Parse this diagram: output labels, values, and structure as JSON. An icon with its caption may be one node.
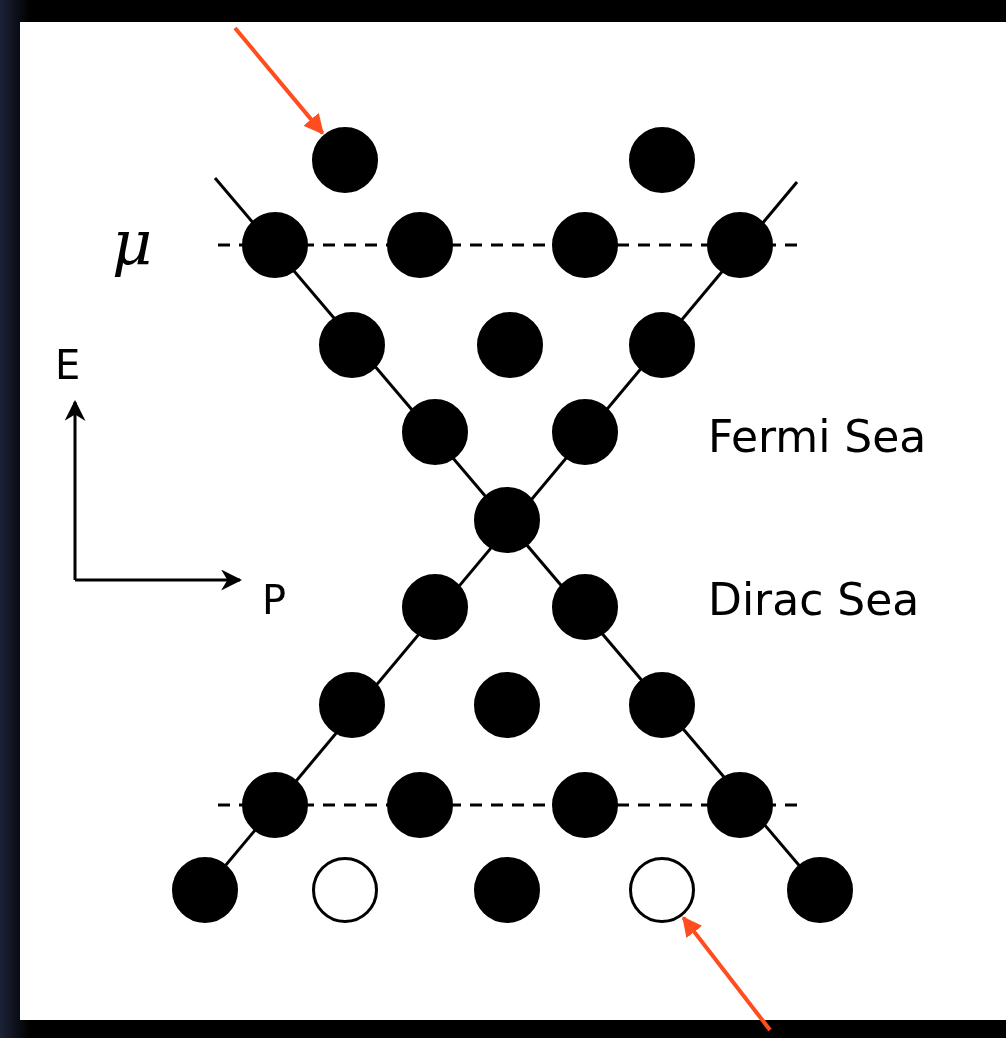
{
  "diagram": {
    "nodes": [
      {
        "text": [],
        "shape": "circle"
      },
      {
        "text": [],
        "shape": "circle"
      },
      {
        "text": [],
        "shape": "circle"
      },
      {
        "text": [],
        "shape": "circle"
      },
      {
        "text": [],
        "shape": "circle"
      },
      {
        "text": [],
        "shape": "circle"
      },
      {
        "text": [],
        "shape": "circle"
      },
      {
        "text": [],
        "shape": "circle"
      },
      {
        "text": [],
        "shape": "circle"
      },
      {
        "text": [],
        "shape": "circle"
      },
      {
        "text": [],
        "shape": "circle"
      },
      {
        "text": [],
        "shape": "circle"
      },
      {
        "text": [],
        "shape": "circle"
      },
      {
        "text": [],
        "shape": "circle"
      },
      {
        "text": [],
        "shape": "circle"
      },
      {
        "text": [],
        "shape": "circle"
      },
      {
        "text": [],
        "shape": "circle"
      },
      {
        "text": [],
        "shape": "circle"
      },
      {
        "text": [],
        "shape": "circle"
      },
      {
        "text": [],
        "shape": "circle"
      },
      {
        "text": [],
        "shape": "circle"
      },
      {
        "text": [],
        "shape": "circle"
      },
      {
        "text": [],
        "shape": "circle"
      },
      {
        "text": [],
        "shape": "circle"
      },
      {
        "text": [],
        "shape": "circle"
      },
      {
        "text": [],
        "shape": "circle"
      }
    ],
    "edges": [
      {
        "from": null,
        "to": 0,
        "arrow": "to",
        "color": "#ff4d1f"
      },
      {
        "from": null,
        "to": 24,
        "arrow": "to",
        "color": "#ff4d1f"
      }
    ],
    "labels": [
      "μ",
      "E",
      "P",
      "Fermi Sea",
      "Dirac Sea"
    ]
  }
}
